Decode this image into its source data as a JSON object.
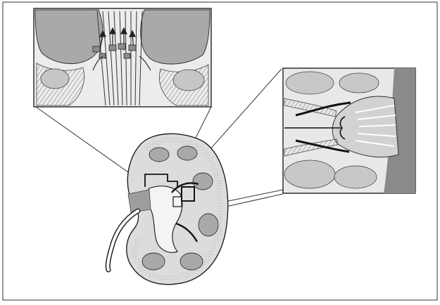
{
  "figure": {
    "kind": "anatomical-illustration",
    "style": "grayscale",
    "colors": {
      "background": "#ffffff",
      "frame": "#444444",
      "line": "#222222",
      "light_fill": "#dcdcdc",
      "mid_fill": "#b9b9b9",
      "dark_fill": "#8c8c8c"
    },
    "panels": [
      "kidney-overview",
      "papilla-detail-inset",
      "fornix-detail-inset"
    ]
  }
}
